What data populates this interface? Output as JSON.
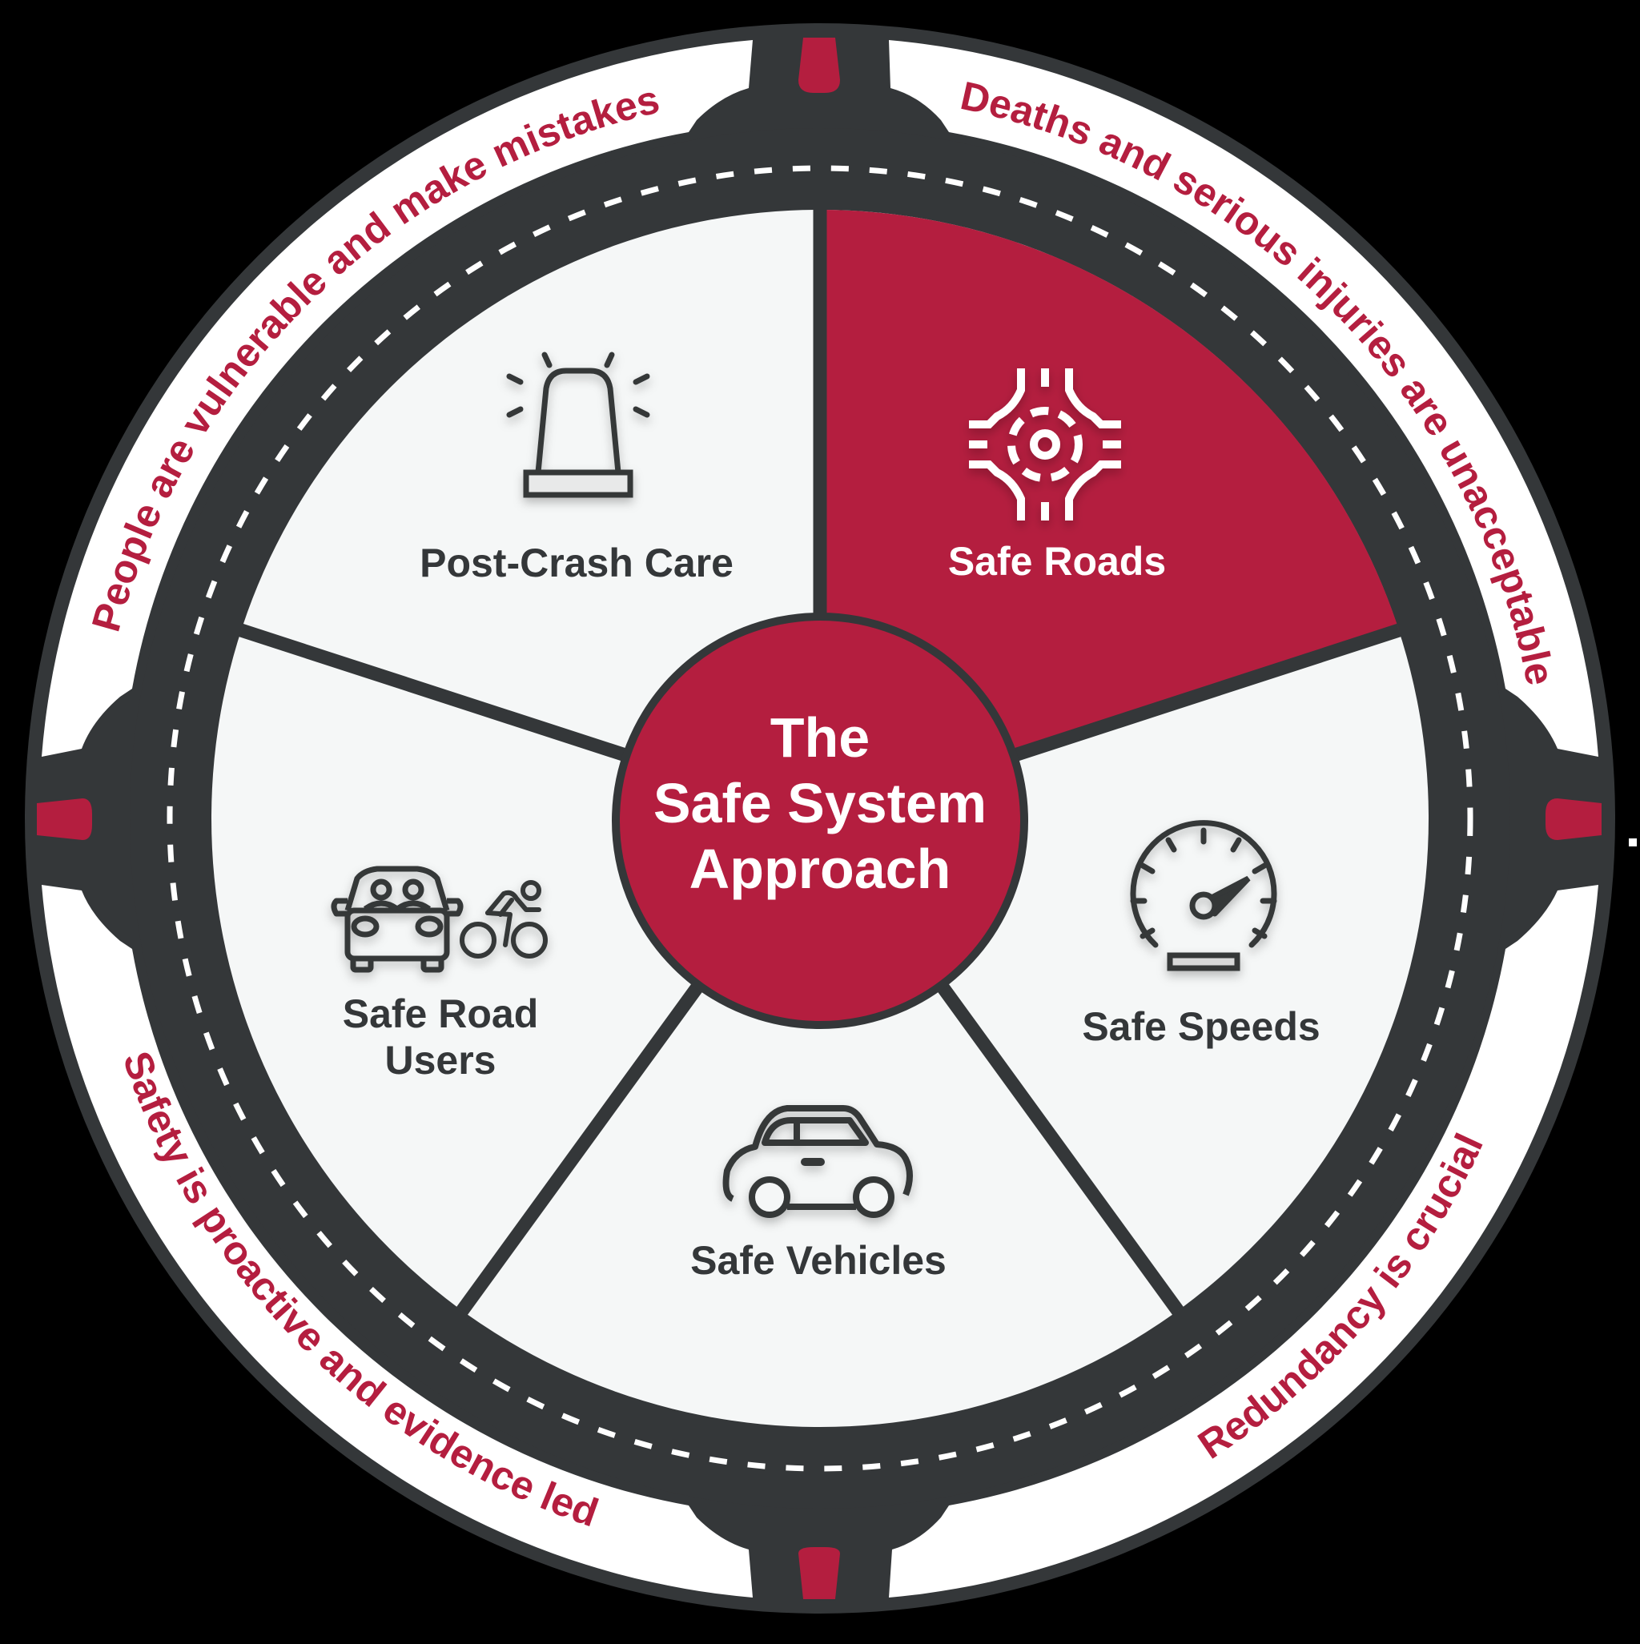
{
  "title": {
    "line1": "The",
    "line2": "Safe System",
    "line3": "Approach"
  },
  "segments": [
    {
      "id": "safe-roads",
      "label": "Safe Roads",
      "icon": "roundabout-icon",
      "highlighted": true
    },
    {
      "id": "safe-speeds",
      "label": "Safe Speeds",
      "icon": "speedometer-icon",
      "highlighted": false
    },
    {
      "id": "safe-vehicles",
      "label": "Safe Vehicles",
      "icon": "car-icon",
      "highlighted": false
    },
    {
      "id": "safe-road-users",
      "label_line1": "Safe Road",
      "label_line2": "Users",
      "icon": "car-and-cyclist-icon",
      "highlighted": false
    },
    {
      "id": "post-crash-care",
      "label": "Post-Crash Care",
      "icon": "emergency-siren-icon",
      "highlighted": false
    }
  ],
  "principles": [
    {
      "id": "deaths",
      "text": "Deaths and serious injuries are unacceptable"
    },
    {
      "id": "redundancy",
      "text": "Redundancy is crucial"
    },
    {
      "id": "proactive",
      "text": "Safety is proactive and evidence led"
    },
    {
      "id": "vulnerable",
      "text": "People are vulnerable and make mistakes"
    }
  ],
  "colors": {
    "accent_red": "#B41E3F",
    "road_dark": "#343739",
    "segment_light": "#F5F7F7",
    "band_white": "#FFFFFF",
    "background": "#000000"
  }
}
